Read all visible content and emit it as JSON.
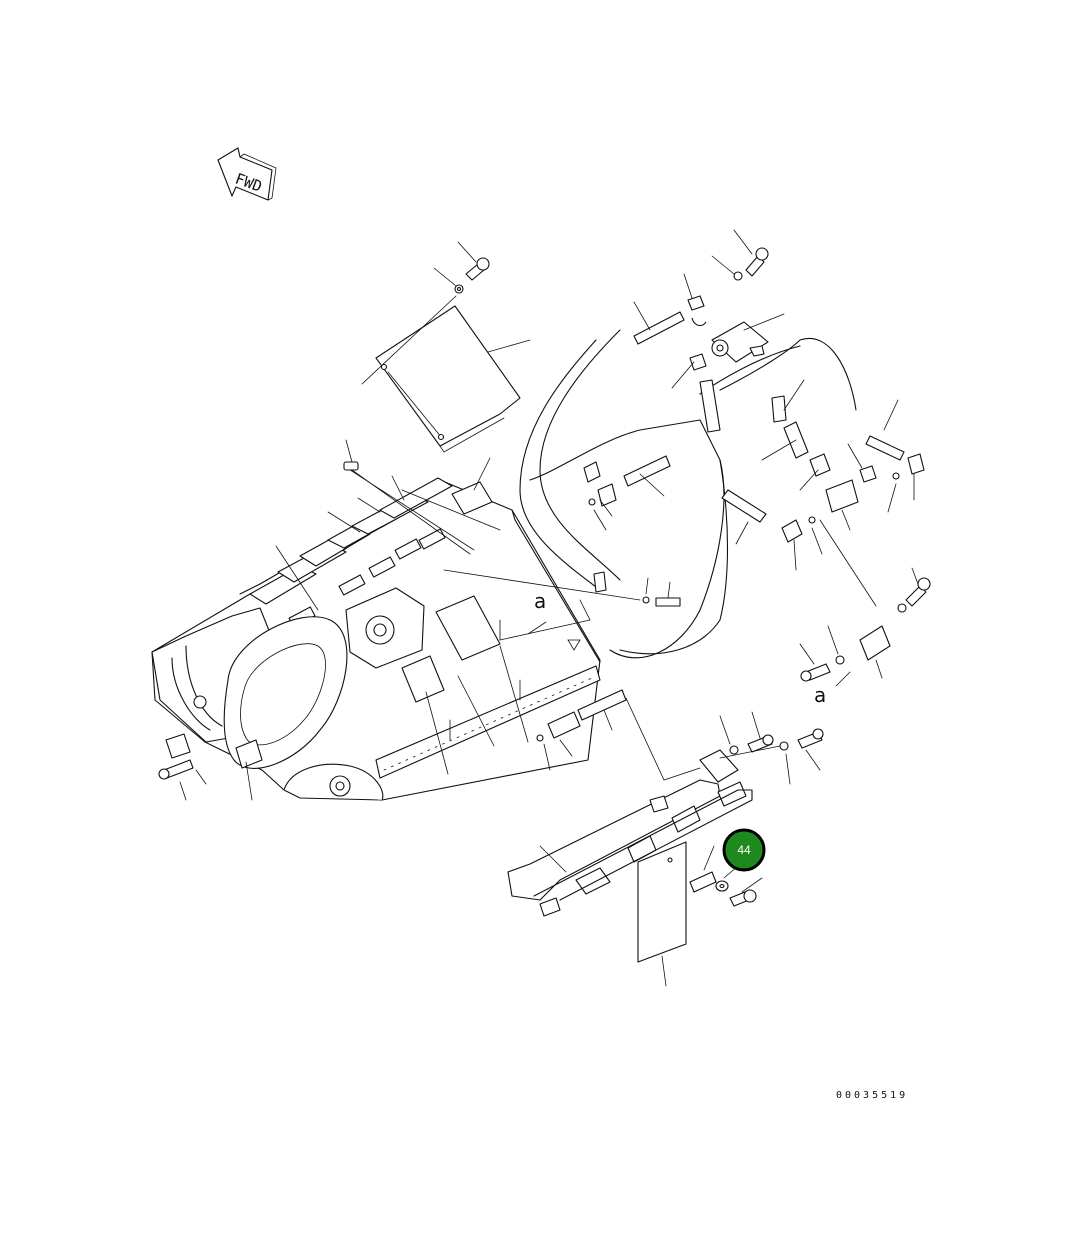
{
  "direction_indicator": {
    "label": "FWD"
  },
  "view_markers": {
    "upper": "a",
    "lower": "a"
  },
  "callouts": [
    {
      "number": "44",
      "color": "#1e8a1e",
      "ring_color": "#000000"
    }
  ],
  "drawing_number": "00035519",
  "colors": {
    "line": "#111111",
    "background": "#ffffff"
  }
}
